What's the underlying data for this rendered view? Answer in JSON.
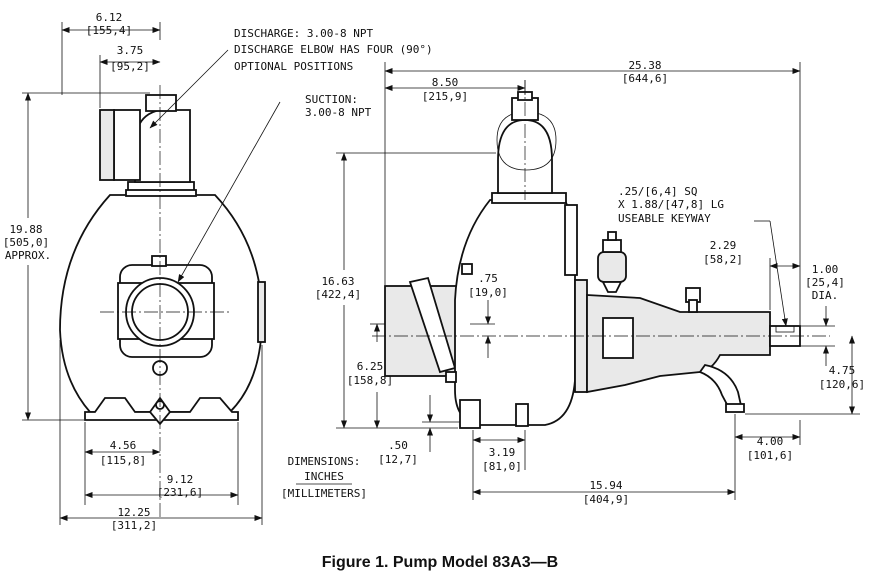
{
  "caption": "Figure 1.  Pump Model 83A3—B",
  "front": {
    "width_top": "6.12",
    "width_top_mm": "[155,4]",
    "discharge_offset": "3.75",
    "discharge_offset_mm": "[95,2]",
    "height": "19.88",
    "height_mm": "[505,0]",
    "height_note": "APPROX.",
    "foot_left": "4.56",
    "foot_left_mm": "[115,8]",
    "foot_span": "9.12",
    "foot_span_mm": "[231,6]",
    "overall_width": "12.25",
    "overall_width_mm": "[311,2]"
  },
  "notes": {
    "discharge_line1": "DISCHARGE: 3.00-8 NPT",
    "discharge_line2": "DISCHARGE ELBOW HAS FOUR (90°)",
    "discharge_line3": "OPTIONAL POSITIONS",
    "suction_line1": "SUCTION:",
    "suction_line2": "3.00-8 NPT",
    "keyway_line1": ".25/[6,4] SQ",
    "keyway_line2": "X 1.88/[47,8] LG",
    "keyway_line3": "USEABLE KEYWAY"
  },
  "units": {
    "line1": "DIMENSIONS:",
    "line2": "INCHES",
    "line3": "[MILLIMETERS]"
  },
  "side": {
    "overall_length": "25.38",
    "overall_length_mm": "[644,6]",
    "discharge_setback": "8.50",
    "discharge_setback_mm": "[215,9]",
    "height": "16.63",
    "height_mm": "[422,4]",
    "suction_offset": ".75",
    "suction_offset_mm": "[19,0]",
    "suction_height": "6.25",
    "suction_height_mm": "[158,8]",
    "base_thickness": ".50",
    "base_thickness_mm": "[12,7]",
    "foot_length": "3.19",
    "foot_length_mm": "[81,0]",
    "base_span": "15.94",
    "base_span_mm": "[404,9]",
    "shaft_ext": "2.29",
    "shaft_ext_mm": "[58,2]",
    "shaft_dia": "1.00",
    "shaft_dia_mm": "[25,4]",
    "shaft_dia_note": "DIA.",
    "shaft_height": "4.75",
    "shaft_height_mm": "[120,6]",
    "rear_foot": "4.00",
    "rear_foot_mm": "[101,6]"
  }
}
